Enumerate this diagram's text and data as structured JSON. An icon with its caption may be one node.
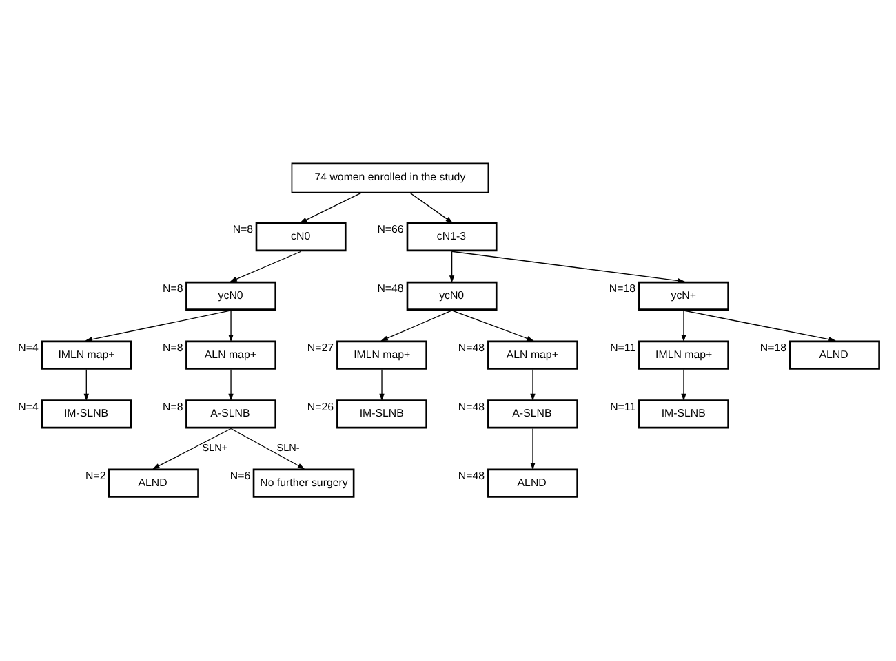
{
  "diagram": {
    "nodes": [
      {
        "text": [
          "74 women enrolled in the study"
        ]
      },
      {
        "text": [
          "cN0"
        ],
        "beside": [
          "N=8"
        ]
      },
      {
        "text": [
          "cN1-3"
        ],
        "beside": [
          "N=66"
        ]
      },
      {
        "text": [
          "ycN0"
        ],
        "beside": [
          "N=8"
        ]
      },
      {
        "text": [
          "IMLN map+"
        ],
        "beside": [
          "N=4"
        ]
      },
      {
        "text": [
          "ALN map+"
        ],
        "beside": [
          "N=8"
        ]
      },
      {
        "text": [
          "IM-SLNB"
        ],
        "beside": [
          "N=4"
        ]
      },
      {
        "text": [
          "A-SLNB"
        ],
        "beside": [
          "N=8"
        ]
      },
      {
        "text": [
          "ALND"
        ],
        "beside": [
          "N=2"
        ]
      },
      {
        "text": [
          "No further surgery"
        ],
        "beside": [
          "N=6"
        ]
      },
      {
        "text": [
          "ycN0"
        ],
        "beside": [
          "N=48"
        ]
      },
      {
        "text": [
          "ycN+"
        ],
        "beside": [
          "N=18"
        ]
      },
      {
        "text": [
          "IMLN map+"
        ],
        "beside": [
          "N=27"
        ]
      },
      {
        "text": [
          "ALN map+"
        ],
        "beside": [
          "N=48"
        ]
      },
      {
        "text": [
          "IMLN map+"
        ],
        "beside": [
          "N=11"
        ]
      },
      {
        "text": [
          "ALND"
        ],
        "beside": [
          "N=18"
        ]
      },
      {
        "text": [
          "IM-SLNB"
        ],
        "beside": [
          "N=26"
        ]
      },
      {
        "text": [
          "A-SLNB"
        ],
        "beside": [
          "N=48"
        ]
      },
      {
        "text": [
          "IM-SLNB"
        ],
        "beside": [
          "N=11"
        ]
      },
      {
        "text": [
          "ALND"
        ],
        "beside": [
          "N=48"
        ]
      }
    ],
    "edges": [
      {
        "from": 0,
        "to": 1,
        "arrow": "to"
      },
      {
        "from": 0,
        "to": 2,
        "arrow": "to"
      },
      {
        "from": 1,
        "to": 3,
        "arrow": "to"
      },
      {
        "from": 3,
        "to": 4,
        "arrow": "to"
      },
      {
        "from": 3,
        "to": 5,
        "arrow": "to"
      },
      {
        "from": 4,
        "to": 6,
        "arrow": "to"
      },
      {
        "from": 5,
        "to": 7,
        "arrow": "to"
      },
      {
        "from": 7,
        "to": 8,
        "arrow": "to",
        "label": "SLN+"
      },
      {
        "from": 7,
        "to": 9,
        "arrow": "to",
        "label": "SLN-"
      },
      {
        "from": 2,
        "to": 10,
        "arrow": "to"
      },
      {
        "from": 2,
        "to": 11,
        "arrow": "to"
      },
      {
        "from": 10,
        "to": 12,
        "arrow": "to"
      },
      {
        "from": 10,
        "to": 13,
        "arrow": "to"
      },
      {
        "from": 11,
        "to": 14,
        "arrow": "to"
      },
      {
        "from": 11,
        "to": 15,
        "arrow": "to"
      },
      {
        "from": 12,
        "to": 16,
        "arrow": "to"
      },
      {
        "from": 13,
        "to": 17,
        "arrow": "to"
      },
      {
        "from": 14,
        "to": 18,
        "arrow": "to"
      },
      {
        "from": 17,
        "to": 19,
        "arrow": "to"
      }
    ]
  }
}
